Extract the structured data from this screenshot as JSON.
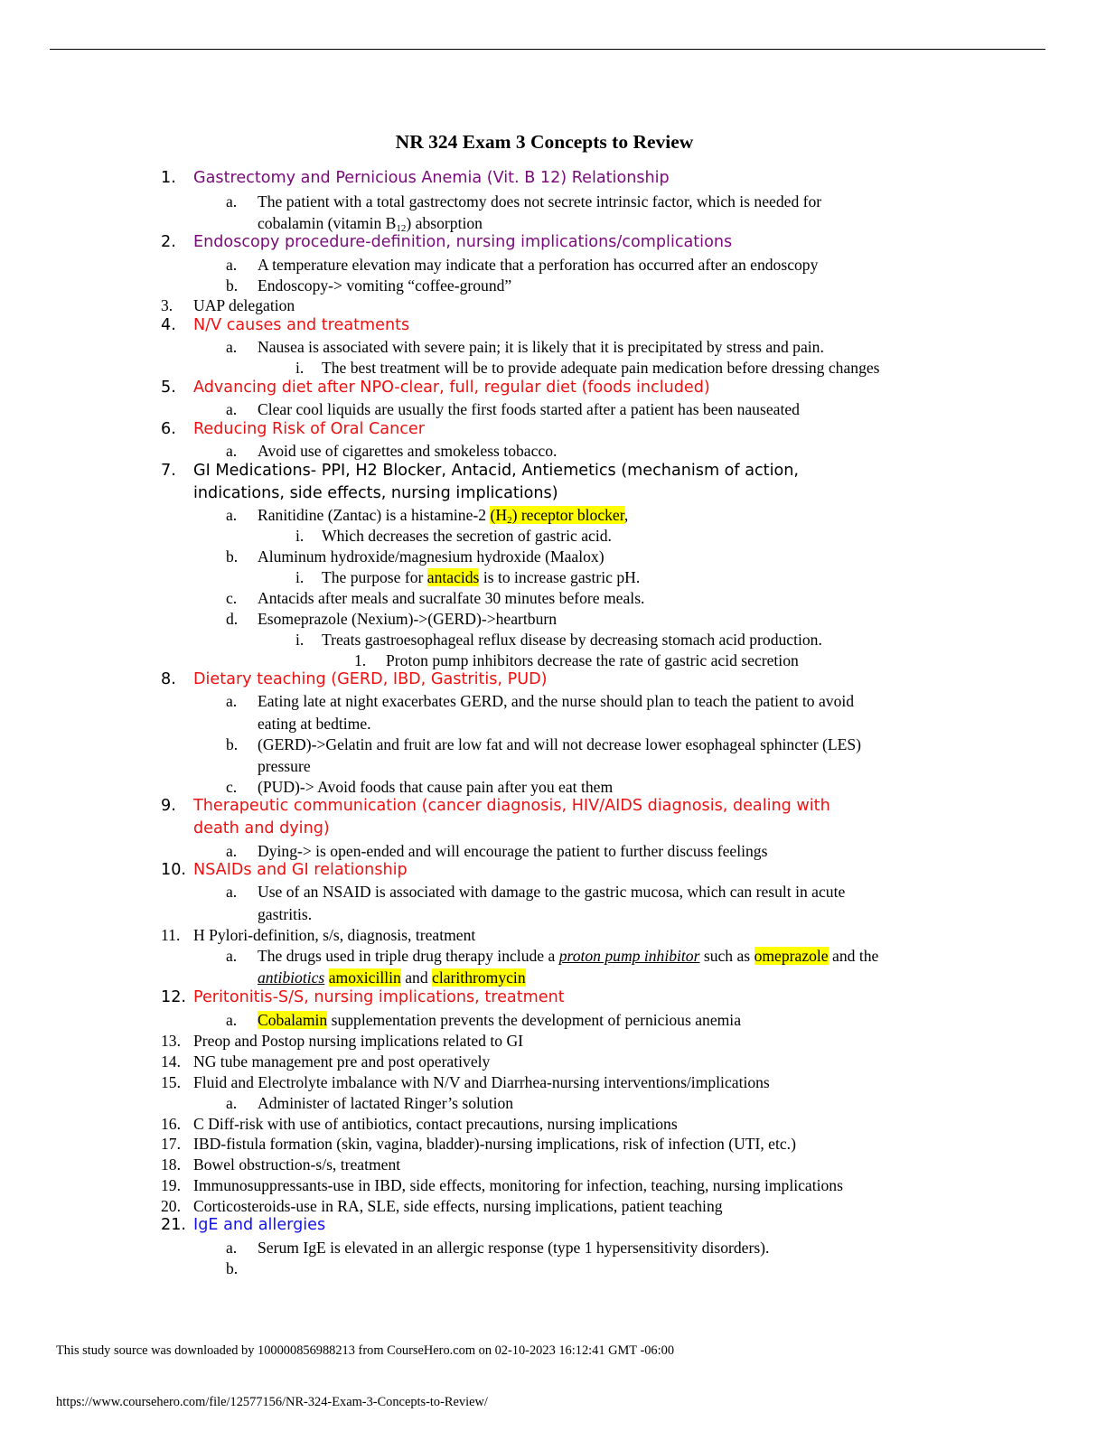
{
  "title": "NR 324 Exam 3 Concepts to Review",
  "items": [
    {
      "num": "1.",
      "text": "Gastrectomy and Pernicious Anemia (Vit. B 12) Relationship"
    },
    {
      "letter": "a.",
      "text_part1": "The patient with a total gastrectomy does not secrete intrinsic factor, which is needed for",
      "text_part2_pre": "cobalamin (vitamin B",
      "text_part2_sub": "12",
      "text_part2_post": ") absorption"
    },
    {
      "num": "2.",
      "text": "Endoscopy procedure-definition, nursing implications/complications"
    },
    {
      "letter": "a.",
      "text": "A temperature elevation may indicate that a perforation has occurred after an endoscopy"
    },
    {
      "letter": "b.",
      "text": "Endoscopy-> vomiting “coffee-ground”"
    },
    {
      "num": "3.",
      "text": "UAP delegation"
    },
    {
      "num": "4.",
      "text": "N/V causes and treatments"
    },
    {
      "letter": "a.",
      "text": "Nausea is associated with severe pain; it is likely that it is precipitated by stress and pain."
    },
    {
      "roman": "i.",
      "text": "The best treatment will be to provide adequate pain medication before dressing changes"
    },
    {
      "num": "5.",
      "text": "Advancing diet after NPO-clear, full, regular diet (foods included)"
    },
    {
      "letter": "a.",
      "text": "Clear cool liquids are usually the first foods started after a patient has been nauseated"
    },
    {
      "num": "6.",
      "text": "Reducing Risk of Oral Cancer"
    },
    {
      "letter": "a.",
      "text": "Avoid use of cigarettes and smokeless tobacco."
    },
    {
      "num": "7.",
      "text_line1": "GI Medications- PPI, H2 Blocker, Antacid, Antiemetics (mechanism of action,",
      "text_line2": "indications, side effects, nursing implications)"
    },
    {
      "letter": "a.",
      "pre": "Ranitidine (Zantac) is a histamine-2 ",
      "hl_pre": "(H",
      "hl_sub": "2",
      "hl_post": ") receptor blocker",
      "post": ","
    },
    {
      "roman": "i.",
      "text": "Which decreases the secretion of gastric acid."
    },
    {
      "letter": "b.",
      "text": "Aluminum hydroxide/magnesium hydroxide (Maalox)"
    },
    {
      "roman": "i.",
      "pre": "The purpose for ",
      "hl": "antacids",
      "post": " is to increase gastric pH."
    },
    {
      "letter": "c.",
      "text": "Antacids after meals and sucralfate 30 minutes before meals."
    },
    {
      "letter": "d.",
      "text": "Esomeprazole (Nexium)->(GERD)->heartburn"
    },
    {
      "roman": "i.",
      "text": "Treats gastroesophageal reflux disease by decreasing stomach acid production."
    },
    {
      "arab": "1.",
      "text": "Proton pump inhibitors decrease the rate of gastric acid secretion"
    },
    {
      "num": "8.",
      "text": "Dietary teaching (GERD, IBD, Gastritis, PUD)"
    },
    {
      "letter": "a.",
      "text_line1": "Eating late at night exacerbates GERD, and the nurse should plan to teach the patient to avoid",
      "text_line2": "eating at bedtime."
    },
    {
      "letter": "b.",
      "text_line1": "(GERD)->Gelatin and fruit are low fat and will not decrease lower esophageal sphincter (LES)",
      "text_line2": "pressure"
    },
    {
      "letter": "c.",
      "text": "(PUD)-> Avoid foods that cause pain after you eat them"
    },
    {
      "num": "9.",
      "text_line1": "Therapeutic communication (cancer diagnosis, HIV/AIDS diagnosis, dealing with",
      "text_line2": "death and dying)"
    },
    {
      "letter": "a.",
      "text": "Dying-> is open-ended and will encourage the patient to further discuss feelings"
    },
    {
      "num": "10.",
      "text": "NSAIDs and GI relationship"
    },
    {
      "letter": "a.",
      "text_line1": "Use of an NSAID is associated with damage to the gastric mucosa, which can result in acute",
      "text_line2": "gastritis."
    },
    {
      "num": "11.",
      "text": "H Pylori-definition, s/s, diagnosis, treatment"
    },
    {
      "letter": "a.",
      "l1_pre": "The drugs used in triple drug therapy include a ",
      "l1_iu": "proton pump inhibitor",
      "l1_mid": " such as ",
      "l1_hl": "omeprazole",
      "l1_post": " and the",
      "l2_iu": "antibiotics",
      "l2_sp": " ",
      "l2_hl1": "amoxicillin",
      "l2_mid": " and ",
      "l2_hl2": "clarithromycin"
    },
    {
      "num": "12.",
      "text": "Peritonitis-S/S, nursing implications, treatment"
    },
    {
      "letter": "a.",
      "hl": "Cobalamin",
      "post": " supplementation prevents the development of pernicious anemia"
    },
    {
      "num": "13.",
      "text": "Preop and Postop nursing implications related to GI"
    },
    {
      "num": "14.",
      "text": "NG tube management pre and post operatively"
    },
    {
      "num": "15.",
      "text": "Fluid and Electrolyte imbalance with N/V and Diarrhea-nursing interventions/implications"
    },
    {
      "letter": "a.",
      "text": "Administer of lactated Ringer’s solution"
    },
    {
      "num": "16.",
      "text": "C Diff-risk with use of antibiotics, contact precautions, nursing implications"
    },
    {
      "num": "17.",
      "text": "IBD-fistula formation (skin, vagina, bladder)-nursing implications, risk of infection (UTI, etc.)"
    },
    {
      "num": "18.",
      "text": "Bowel obstruction-s/s, treatment"
    },
    {
      "num": "19.",
      "text": "Immunosuppressants-use in IBD, side effects, monitoring for infection, teaching, nursing implications"
    },
    {
      "num": "20.",
      "text": "Corticosteroids-use in RA, SLE, side effects, nursing implications, patient teaching"
    },
    {
      "num": "21.",
      "text": "IgE and allergies"
    },
    {
      "letter": "a.",
      "text": "Serum IgE is elevated in an allergic response (type 1 hypersensitivity disorders)."
    },
    {
      "letter": "b.",
      "text": ""
    }
  ],
  "footer": {
    "source": "This study source was downloaded by 100000856988213 from CourseHero.com on 02-10-2023 16:12:41 GMT -06:00",
    "url": "https://www.coursehero.com/file/12577156/NR-324-Exam-3-Concepts-to-Review/"
  },
  "colors": {
    "purple": "#7a0b7a",
    "red": "#ee1111",
    "blue": "#1414e8",
    "highlight": "#ffff00"
  }
}
